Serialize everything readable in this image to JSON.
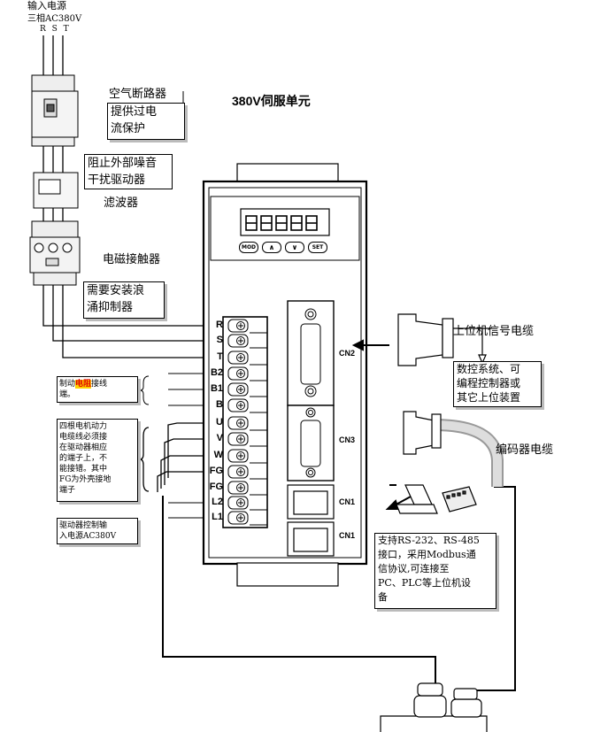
{
  "header": {
    "input_power": "输入电源",
    "three_phase": "三相AC380V",
    "phases": "R S T"
  },
  "title": "380V伺服单元",
  "labels": {
    "breaker": "空气断路器",
    "breaker_note": [
      "提供过电",
      "流保护"
    ],
    "filter_note": [
      "阻止外部噪音",
      "干扰驱动器"
    ],
    "filter": "滤波器",
    "contactor": "电磁接触器",
    "contactor_note": [
      "需要安装浪",
      "涌抑制器"
    ],
    "signal_cable": "上位机信号电缆",
    "controller_note": [
      "数控系统、可",
      "编程控制器或",
      "其它上位装置"
    ],
    "encoder_cable": "编码器电缆",
    "comm_note": [
      "支持RS-232、RS-485",
      "接口，采用Modbus通",
      "信协议,可连接至",
      "PC、PLC等上位机设",
      "备"
    ],
    "brake_note_pre": "制动",
    "brake_note_hl": "电阻",
    "brake_note_post": "接线",
    "brake_note_line2": "端。",
    "motor_note": [
      "四根电机动力",
      "电缆线必须接",
      "在驱动器相应",
      "的端子上，不",
      "能接错。其中",
      "FG为外壳接地",
      "端子"
    ],
    "ctrl_power_note": [
      "驱动器控制输",
      "入电源AC380V"
    ]
  },
  "panel": {
    "buttons": [
      "MOD",
      "∧",
      "∨",
      "SET"
    ],
    "display": "88888"
  },
  "terminals": [
    "R",
    "S",
    "T",
    "B2",
    "B1",
    "B",
    "U",
    "V",
    "W",
    "FG",
    "FG",
    "L2",
    "L1"
  ],
  "connectors": [
    "CN2",
    "CN3",
    "CN1",
    "CN1"
  ],
  "colors": {
    "highlight": "#ffd200",
    "brake_red": "#e00000",
    "shadow": "#bbbbbb"
  }
}
